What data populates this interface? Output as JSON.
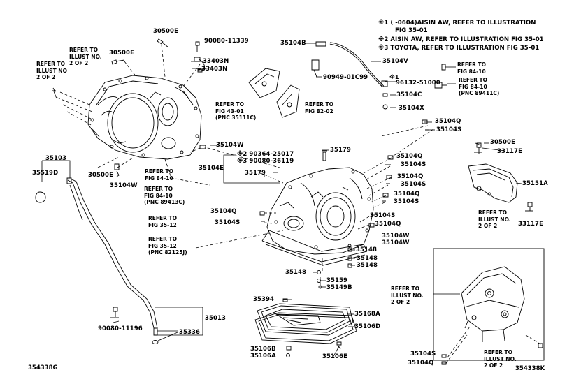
{
  "notes": [
    "※1  (    -0604)AISIN AW, REFER TO ILLUSTRATION",
    "FIG 35-01",
    "※2  AISIN AW, REFER TO ILLUSTRATION FIG 35-01",
    "※3  TOYOTA, REFER TO ILLUSTRATION FIG 35-01"
  ],
  "codes": {
    "left": "354338G",
    "right": "354338K"
  },
  "parts": {
    "p30500E_top": "30500E",
    "p90080_11339": "90080-11339",
    "p33403N_a": "33403N",
    "p33403N_b": "33403N",
    "p30500E_l": "30500E",
    "p35104B": "35104B",
    "p35104V": "35104V",
    "p90949": "90949-01C99",
    "p96132": "96132-51000",
    "p96132_mark": "※1",
    "p35104C": "35104C",
    "p35104X": "35104X",
    "p35104Q_a": "35104Q",
    "p35104S_a": "35104S",
    "p30500E_r": "30500E",
    "p33117E": "33117E",
    "p35103": "35103",
    "p35519D": "35519D",
    "p30500E_b": "30500E",
    "p35104W_a": "35104W",
    "p35104W_b": "35104W",
    "p35104E": "35104E",
    "p90364": "※2 90364-25017",
    "p90080_36119": "※3 90080-36119",
    "p35179_a": "35179",
    "p35179_b": "35179",
    "p35104Q_b": "35104Q",
    "p35104S_b": "35104S",
    "p35104Q_c": "35104Q",
    "p35104S_c": "35104S",
    "p35104Q_d": "35104Q",
    "p35104S_d": "35104S",
    "p35151A": "35151A",
    "p35104Q_e": "35104Q",
    "p35104S_e": "35104S",
    "p35104S_f": "35104S",
    "p35104Q_f": "35104Q",
    "p35104W_c": "35104W",
    "p35104W_d": "35104W",
    "p33117E_b": "33117E",
    "p35148_a": "35148",
    "p35148_b": "35148",
    "p35148_c": "35148",
    "p35148_d": "35148",
    "p35159": "35159",
    "p35149B": "35149B",
    "p35394": "35394",
    "p35168A": "35168A",
    "p35106D": "35106D",
    "p35106B": "35106B",
    "p35106A": "35106A",
    "p35106E": "35106E",
    "p35013": "35013",
    "p90080_11196": "90080-11196",
    "p35336": "35336",
    "p35104S_g": "35104S",
    "p35104Q_g": "35104Q"
  },
  "refs": {
    "r_illust_a": "REFER TO\nILLUST NO.\n2 OF 2",
    "r_illust_b": "REFER TO\nILLUST NO\n2 OF 2",
    "r_fig4301": "REFER TO\nFIG 43-01\n(PNC 35111C)",
    "r_fig8202": "REFER TO\nFIG 82-02",
    "r_fig8410_a": "REFER TO\nFIG 84-10",
    "r_fig8410_b": "REFER TO\nFIG 84-10\n(PNC 89411C)",
    "r_fig8410_c": "REFER TO\nFIG 84-10",
    "r_fig8410_d": "REFER TO\nFIG 84-10\n(PNC 89413C)",
    "r_fig3512_a": "REFER TO\nFIG 35-12",
    "r_fig3512_b": "REFER TO\nFIG 35-12\n(PNC 82125J)",
    "r_illust_c": "REFER TO\nILLUST NO.\n2 OF 2",
    "r_illust_d": "REFER TO\nILLUST NO.\n2 OF 2",
    "r_illust_e": "REFER TO\nILLUST NO.\n2 OF 2"
  }
}
